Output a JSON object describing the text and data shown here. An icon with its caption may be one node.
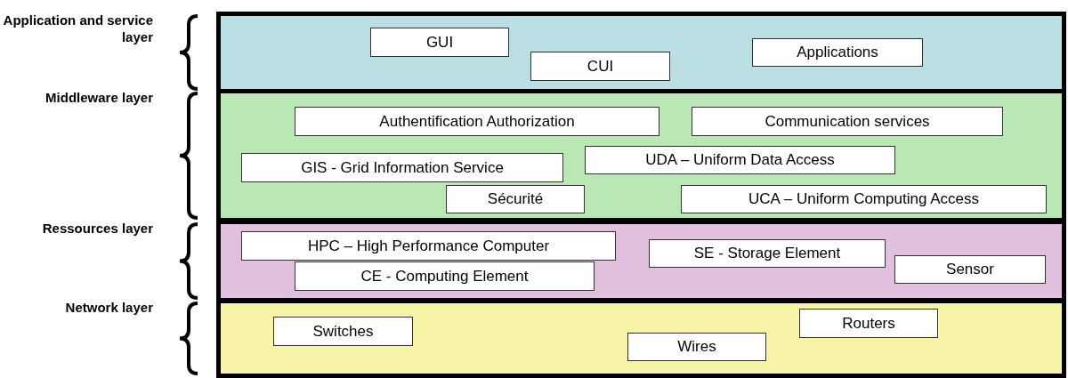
{
  "diagram": {
    "nodes": [
      {
        "text": [
          "Application and service layer"
        ]
      },
      {
        "text": [
          "GUI"
        ],
        "in": 0
      },
      {
        "text": [
          "CUI"
        ],
        "in": 0
      },
      {
        "text": [
          "Applications"
        ],
        "in": 0
      },
      {
        "text": [
          "Middleware layer"
        ]
      },
      {
        "text": [
          "Authentification Authorization"
        ],
        "in": 4
      },
      {
        "text": [
          "Communication services"
        ],
        "in": 4
      },
      {
        "text": [
          "GIS - Grid Information Service"
        ],
        "in": 4
      },
      {
        "text": [
          "UDA – Uniform Data Access"
        ],
        "in": 4
      },
      {
        "text": [
          "Sécurité"
        ],
        "in": 4
      },
      {
        "text": [
          "UCA – Uniform Computing Access"
        ],
        "in": 4
      },
      {
        "text": [
          "Ressources layer"
        ]
      },
      {
        "text": [
          "HPC – High Performance Computer"
        ],
        "in": 11
      },
      {
        "text": [
          "SE - Storage Element"
        ],
        "in": 11
      },
      {
        "text": [
          "Sensor"
        ],
        "in": 11
      },
      {
        "text": [
          "CE - Computing Element"
        ],
        "in": 11
      },
      {
        "text": [
          "Network layer"
        ]
      },
      {
        "text": [
          "Routers"
        ],
        "in": 16
      },
      {
        "text": [
          "Switches"
        ],
        "in": 16
      },
      {
        "text": [
          "Wires"
        ],
        "in": 16
      }
    ],
    "edges": []
  }
}
